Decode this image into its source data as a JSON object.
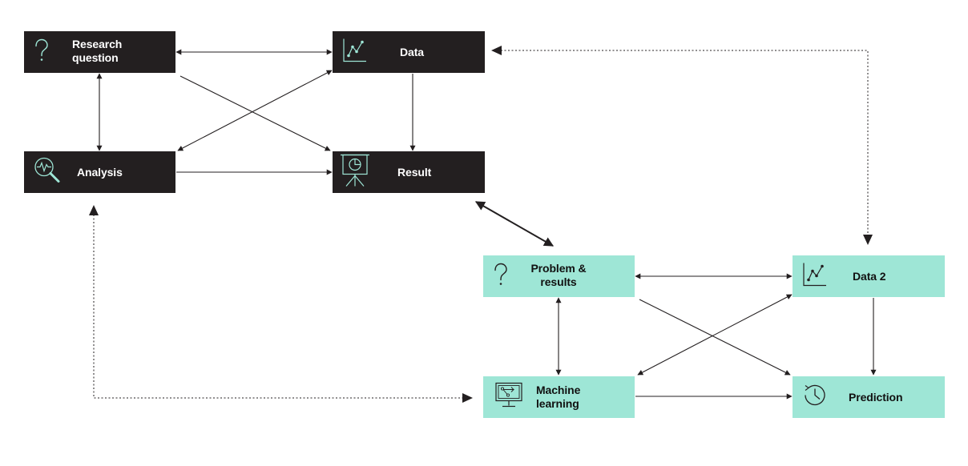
{
  "diagram": {
    "nodes": {
      "research_question": {
        "label": "Research question",
        "icon": "question-mark-icon"
      },
      "data": {
        "label": "Data",
        "icon": "line-chart-icon"
      },
      "analysis": {
        "label": "Analysis",
        "icon": "magnifier-pulse-icon"
      },
      "result": {
        "label": "Result",
        "icon": "presentation-pie-icon"
      },
      "problem_results": {
        "label": "Problem & results",
        "icon": "question-mark-icon"
      },
      "data2": {
        "label": "Data 2",
        "icon": "line-chart-icon"
      },
      "machine_learning": {
        "label": "Machine learning",
        "icon": "monitor-network-icon"
      },
      "prediction": {
        "label": "Prediction",
        "icon": "clock-icon"
      }
    },
    "colors": {
      "dark_node": "#231f20",
      "light_node": "#9ee6d6",
      "dark_icon": "#9ee6d6",
      "light_icon": "#231f20",
      "connector": "#231f20"
    }
  }
}
